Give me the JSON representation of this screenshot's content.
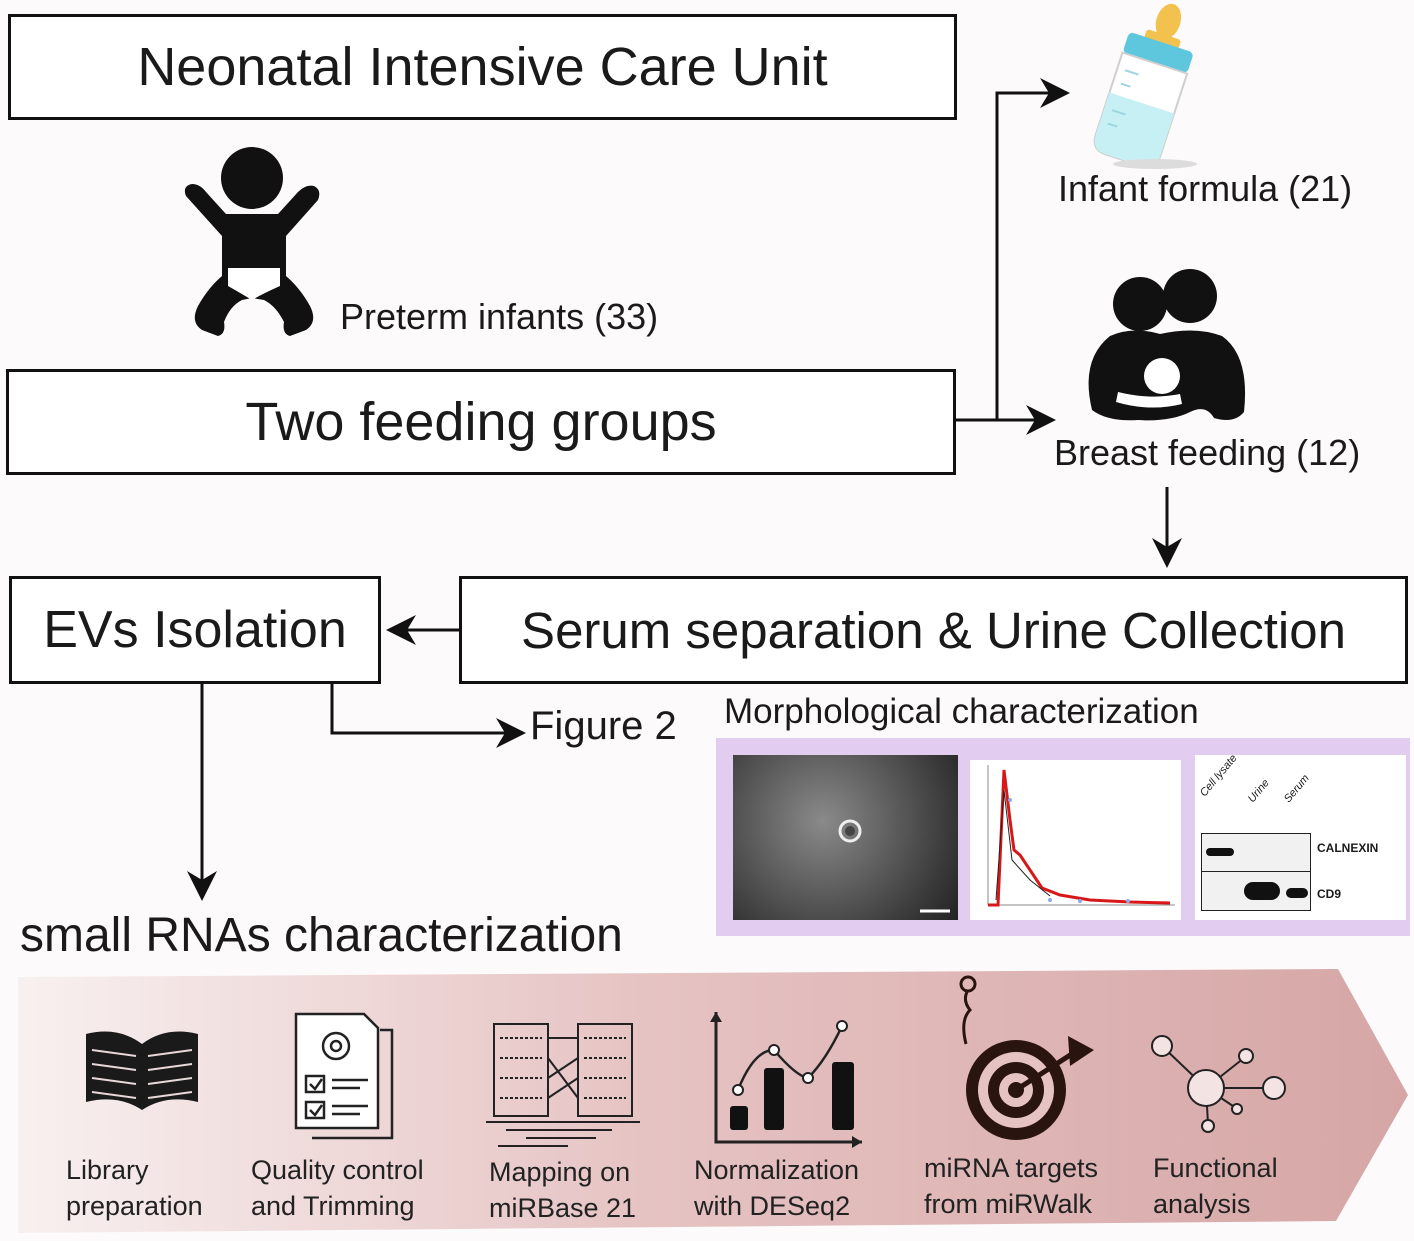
{
  "boxes": {
    "nicu": "Neonatal Intensive Care Unit",
    "groups": "Two feeding groups",
    "ev": "EVs Isolation",
    "serum": "Serum separation & Urine Collection"
  },
  "labels": {
    "preterm": "Preterm infants (33)",
    "formula": "Infant formula (21)",
    "breast": "Breast feeding (12)",
    "figure2": "Figure 2",
    "morph": "Morphological characterization",
    "small_rna": "small RNAs characterization"
  },
  "western_blot": {
    "lanes": [
      "Cell lysate",
      "Urine",
      "Serum"
    ],
    "rows": [
      "CALNEXIN",
      "CD9"
    ]
  },
  "steps": [
    {
      "line1": "Library",
      "line2": "preparation",
      "icon": "open-book-icon"
    },
    {
      "line1": "Quality control",
      "line2": "and Trimming",
      "icon": "checklist-gear-icon"
    },
    {
      "line1": "Mapping on",
      "line2": "miRBase 21",
      "icon": "sequence-alignment-icon"
    },
    {
      "line1": "Normalization",
      "line2": "with DESeq2",
      "icon": "bar-line-chart-icon"
    },
    {
      "line1": "miRNA targets",
      "line2": "from miRWalk",
      "icon": "target-arrow-icon"
    },
    {
      "line1": "Functional",
      "line2": "analysis",
      "icon": "network-icon"
    }
  ],
  "colors": {
    "panel_border": "#e2cdf0",
    "pipeline_start": "#f6ecec",
    "pipeline_end": "#d9a9a9",
    "nta_curve": "#d81818"
  }
}
